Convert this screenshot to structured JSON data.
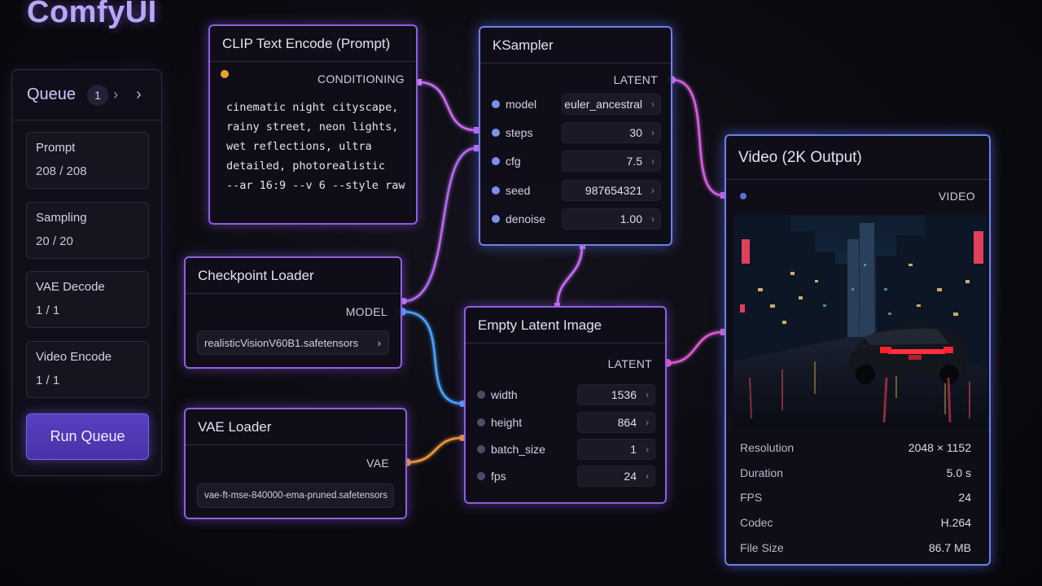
{
  "app": {
    "title": "ComfyUI"
  },
  "queue": {
    "title": "Queue",
    "count": "1",
    "items": [
      {
        "label": "Prompt",
        "value": "208 / 208"
      },
      {
        "label": "Sampling",
        "value": "20 / 20"
      },
      {
        "label": "VAE Decode",
        "value": "1 / 1"
      },
      {
        "label": "Video Encode",
        "value": "1 / 1"
      }
    ],
    "run_label": "Run Queue"
  },
  "clip_node": {
    "title": "CLIP Text Encode (Prompt)",
    "output": "CONDITIONING",
    "prompt": "cinematic night cityscape,\nrainy street, neon lights,\nwet reflections, ultra\ndetailed, photorealistic\n--ar 16:9 --v 6 --style raw"
  },
  "ksampler": {
    "title": "KSampler",
    "output": "LATENT",
    "params": [
      {
        "name": "model",
        "value": "euler_ancestral"
      },
      {
        "name": "steps",
        "value": "30"
      },
      {
        "name": "cfg",
        "value": "7.5"
      },
      {
        "name": "seed",
        "value": "987654321"
      },
      {
        "name": "denoise",
        "value": "1.00"
      }
    ]
  },
  "checkpoint": {
    "title": "Checkpoint Loader",
    "output": "MODEL",
    "file": "realisticVisionV60B1.safetensors"
  },
  "vae_loader": {
    "title": "VAE Loader",
    "output": "VAE",
    "file": "vae-ft-mse-840000-ema-pruned.safetensors"
  },
  "latent": {
    "title": "Empty Latent Image",
    "output": "LATENT",
    "params": [
      {
        "name": "width",
        "value": "1536"
      },
      {
        "name": "height",
        "value": "864"
      },
      {
        "name": "batch_size",
        "value": "1"
      },
      {
        "name": "fps",
        "value": "24"
      }
    ]
  },
  "video": {
    "title": "Video (2K Output)",
    "output": "VIDEO",
    "meta": [
      {
        "key": "Resolution",
        "value": "2048 × 1152"
      },
      {
        "key": "Duration",
        "value": "5.0 s"
      },
      {
        "key": "FPS",
        "value": "24"
      },
      {
        "key": "Codec",
        "value": "H.264"
      },
      {
        "key": "File Size",
        "value": "86.7 MB"
      }
    ]
  },
  "colors": {
    "accent": "#8f5fe0",
    "wire_purple": "#c06cf0",
    "wire_blue": "#4aa3ff",
    "wire_orange": "#f0953a",
    "wire_pink": "#e05ad0",
    "conditioning_dot": "#f0a030"
  }
}
